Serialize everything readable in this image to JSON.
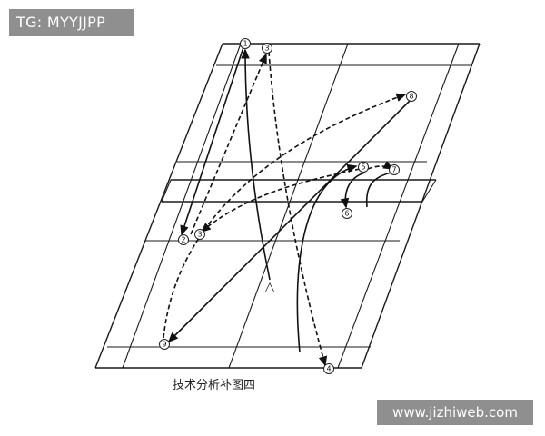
{
  "watermarks": {
    "top": "TG: MYYJJPP",
    "bottom": "www.jizhiweb.com"
  },
  "diagram": {
    "caption": "技术分析补图四",
    "markers": [
      {
        "id": "m1",
        "label": "1"
      },
      {
        "id": "m2",
        "label": "2"
      },
      {
        "id": "m3",
        "label": "3"
      },
      {
        "id": "m3b",
        "label": "3"
      },
      {
        "id": "m4",
        "label": "4"
      },
      {
        "id": "m5",
        "label": "5"
      },
      {
        "id": "m6",
        "label": "6"
      },
      {
        "id": "m7",
        "label": "7"
      },
      {
        "id": "m8",
        "label": "8"
      },
      {
        "id": "m9",
        "label": "9"
      }
    ],
    "start_symbol": "△"
  },
  "colors": {
    "lines": "#1a1a1a",
    "watermark_bg": "#8f8f8f",
    "watermark_text": "#ffffff"
  }
}
